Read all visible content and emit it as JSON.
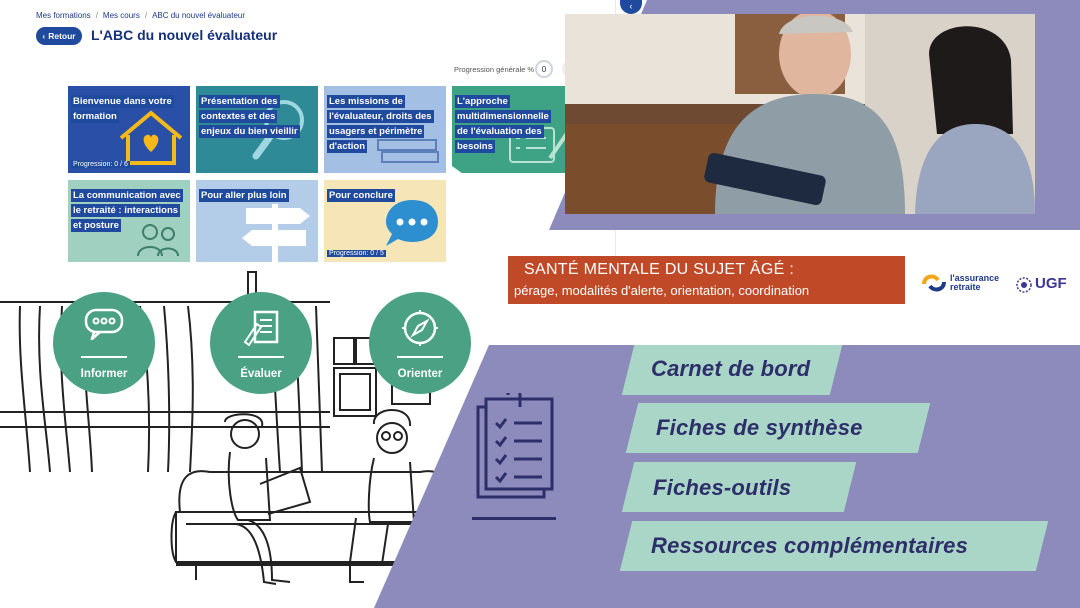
{
  "course": {
    "breadcrumb": [
      "Mes formations",
      "Mes cours",
      "ABC du nouvel évaluateur"
    ],
    "back_label": "Retour",
    "title": "L'ABC du nouvel évaluateur",
    "progress_label": "Progression générale %",
    "progress_value": "0",
    "more_label": "•••",
    "cards": [
      {
        "lines": [
          "Bienvenue dans votre",
          "formation"
        ],
        "progress": "Progression: 0 / 6",
        "bg": "#2a4fa6",
        "icon": "house-heart-icon"
      },
      {
        "lines": [
          "Présentation des",
          "contextes et des",
          "enjeux du bien vieillir"
        ],
        "progress": "",
        "bg": "#2e8a96",
        "icon": "magnifier-icon"
      },
      {
        "lines": [
          "Les missions de",
          "l'évaluateur, droits des",
          "usagers et périmètre",
          "d'action"
        ],
        "progress": "",
        "bg": "#a3bfe3",
        "icon": "book-icon"
      },
      {
        "lines": [
          "L'approche",
          "multidimensionnelle",
          "de l'évaluation des",
          "besoins"
        ],
        "progress": "",
        "bg": "#3ea385",
        "icon": "checklist-icon"
      },
      {
        "lines": [
          "La communication avec",
          "le retraité : interactions",
          "et posture"
        ],
        "progress": "",
        "bg": "#9fd0c0",
        "icon": "people-icon"
      },
      {
        "lines": [
          "Pour aller plus loin"
        ],
        "progress": "",
        "bg": "#b3cde9",
        "icon": "signpost-icon"
      },
      {
        "lines": [
          "Pour conclure"
        ],
        "progress": "Progression: 0 / 5",
        "bg": "#f6e6b7",
        "icon": "chat-bubble-icon"
      }
    ]
  },
  "banner": {
    "title": "SANTÉ MENTALE DU SUJET ÂGÉ :",
    "subtitle": "pérage, modalités d'alerte, orientation, coordination"
  },
  "logos": {
    "assurance_line1": "l'assurance",
    "assurance_line2": "retraite",
    "ugf": "UGF"
  },
  "badges": [
    {
      "label": "Informer",
      "icon": "speech-bubble-icon"
    },
    {
      "label": "Évaluer",
      "icon": "pen-document-icon"
    },
    {
      "label": "Orienter",
      "icon": "compass-icon"
    }
  ],
  "resources": [
    "Carnet de bord",
    "Fiches de synthèse",
    "Fiches-outils",
    "Ressources complémentaires"
  ],
  "colors": {
    "navy": "#1f4a9e",
    "purple": "#8d8bbb",
    "green": "#4aa184",
    "mint": "#a9d6c6",
    "banner": "#c04a27"
  }
}
